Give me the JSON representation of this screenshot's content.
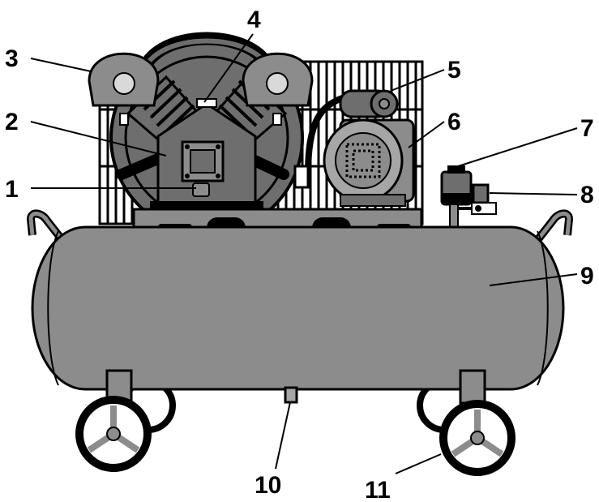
{
  "diagram": {
    "colors": {
      "ink": "#000000",
      "grey": "#8c8c8c",
      "grey_light": "#a6a6a6",
      "grey_dark": "#6e6e6e",
      "wheel_face": "#ffffff",
      "background": "#ffffff"
    },
    "callouts": [
      {
        "id": "1",
        "label": "1"
      },
      {
        "id": "2",
        "label": "2"
      },
      {
        "id": "3",
        "label": "3"
      },
      {
        "id": "4",
        "label": "4"
      },
      {
        "id": "5",
        "label": "5"
      },
      {
        "id": "6",
        "label": "6"
      },
      {
        "id": "7",
        "label": "7"
      },
      {
        "id": "8",
        "label": "8"
      },
      {
        "id": "9",
        "label": "9"
      },
      {
        "id": "10",
        "label": "10"
      },
      {
        "id": "11",
        "label": "11"
      }
    ]
  }
}
